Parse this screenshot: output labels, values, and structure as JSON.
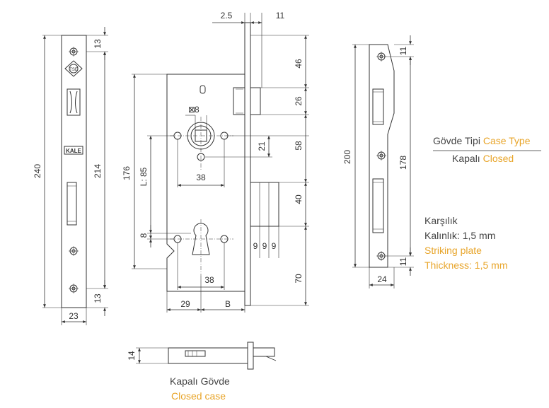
{
  "colors": {
    "line": "#333333",
    "accent": "#e8a52a",
    "fill": "#ffffff"
  },
  "faceplate": {
    "dim_total": "240",
    "dim_center": "214",
    "dim_top": "13",
    "dim_bottom": "13",
    "dim_width": "23",
    "badge": "TSE",
    "brand": "KALE"
  },
  "lockbody": {
    "dim_top_gap": "2.5",
    "dim_plate": "11",
    "dim_latch": "46",
    "dim_latch_h": "26",
    "dim_follower": "58",
    "dim_deadbolt": "40",
    "dim_bottom": "70",
    "dim_height": "176",
    "dim_square": "8",
    "dim_square_prefix": "⊠",
    "dim_follower_off": "21",
    "dim_hole_spacing": "38",
    "dim_center_dist": "L: 85",
    "dim_cyl_small": "8",
    "dim_cyl_spacing": "38",
    "dim_backset_a": "29",
    "dim_backset_b": "B",
    "dim_rollers": [
      "9",
      "9",
      "9"
    ]
  },
  "strike": {
    "dim_total": "200",
    "dim_center": "178",
    "dim_top": "11",
    "dim_bottom": "11",
    "dim_width": "24"
  },
  "side": {
    "dim_thickness": "14"
  },
  "legend": {
    "case_type_tr": "Gövde Tipi",
    "case_type_en": "Case Type",
    "closed_tr": "Kapalı",
    "closed_en": "Closed",
    "striking_tr_1": "Karşılık",
    "striking_tr_2": "Kalınlık: 1,5 mm",
    "striking_en_1": "Striking plate",
    "striking_en_2": "Thickness: 1,5 mm",
    "closed_case_tr": "Kapalı Gövde",
    "closed_case_en": "Closed case"
  }
}
